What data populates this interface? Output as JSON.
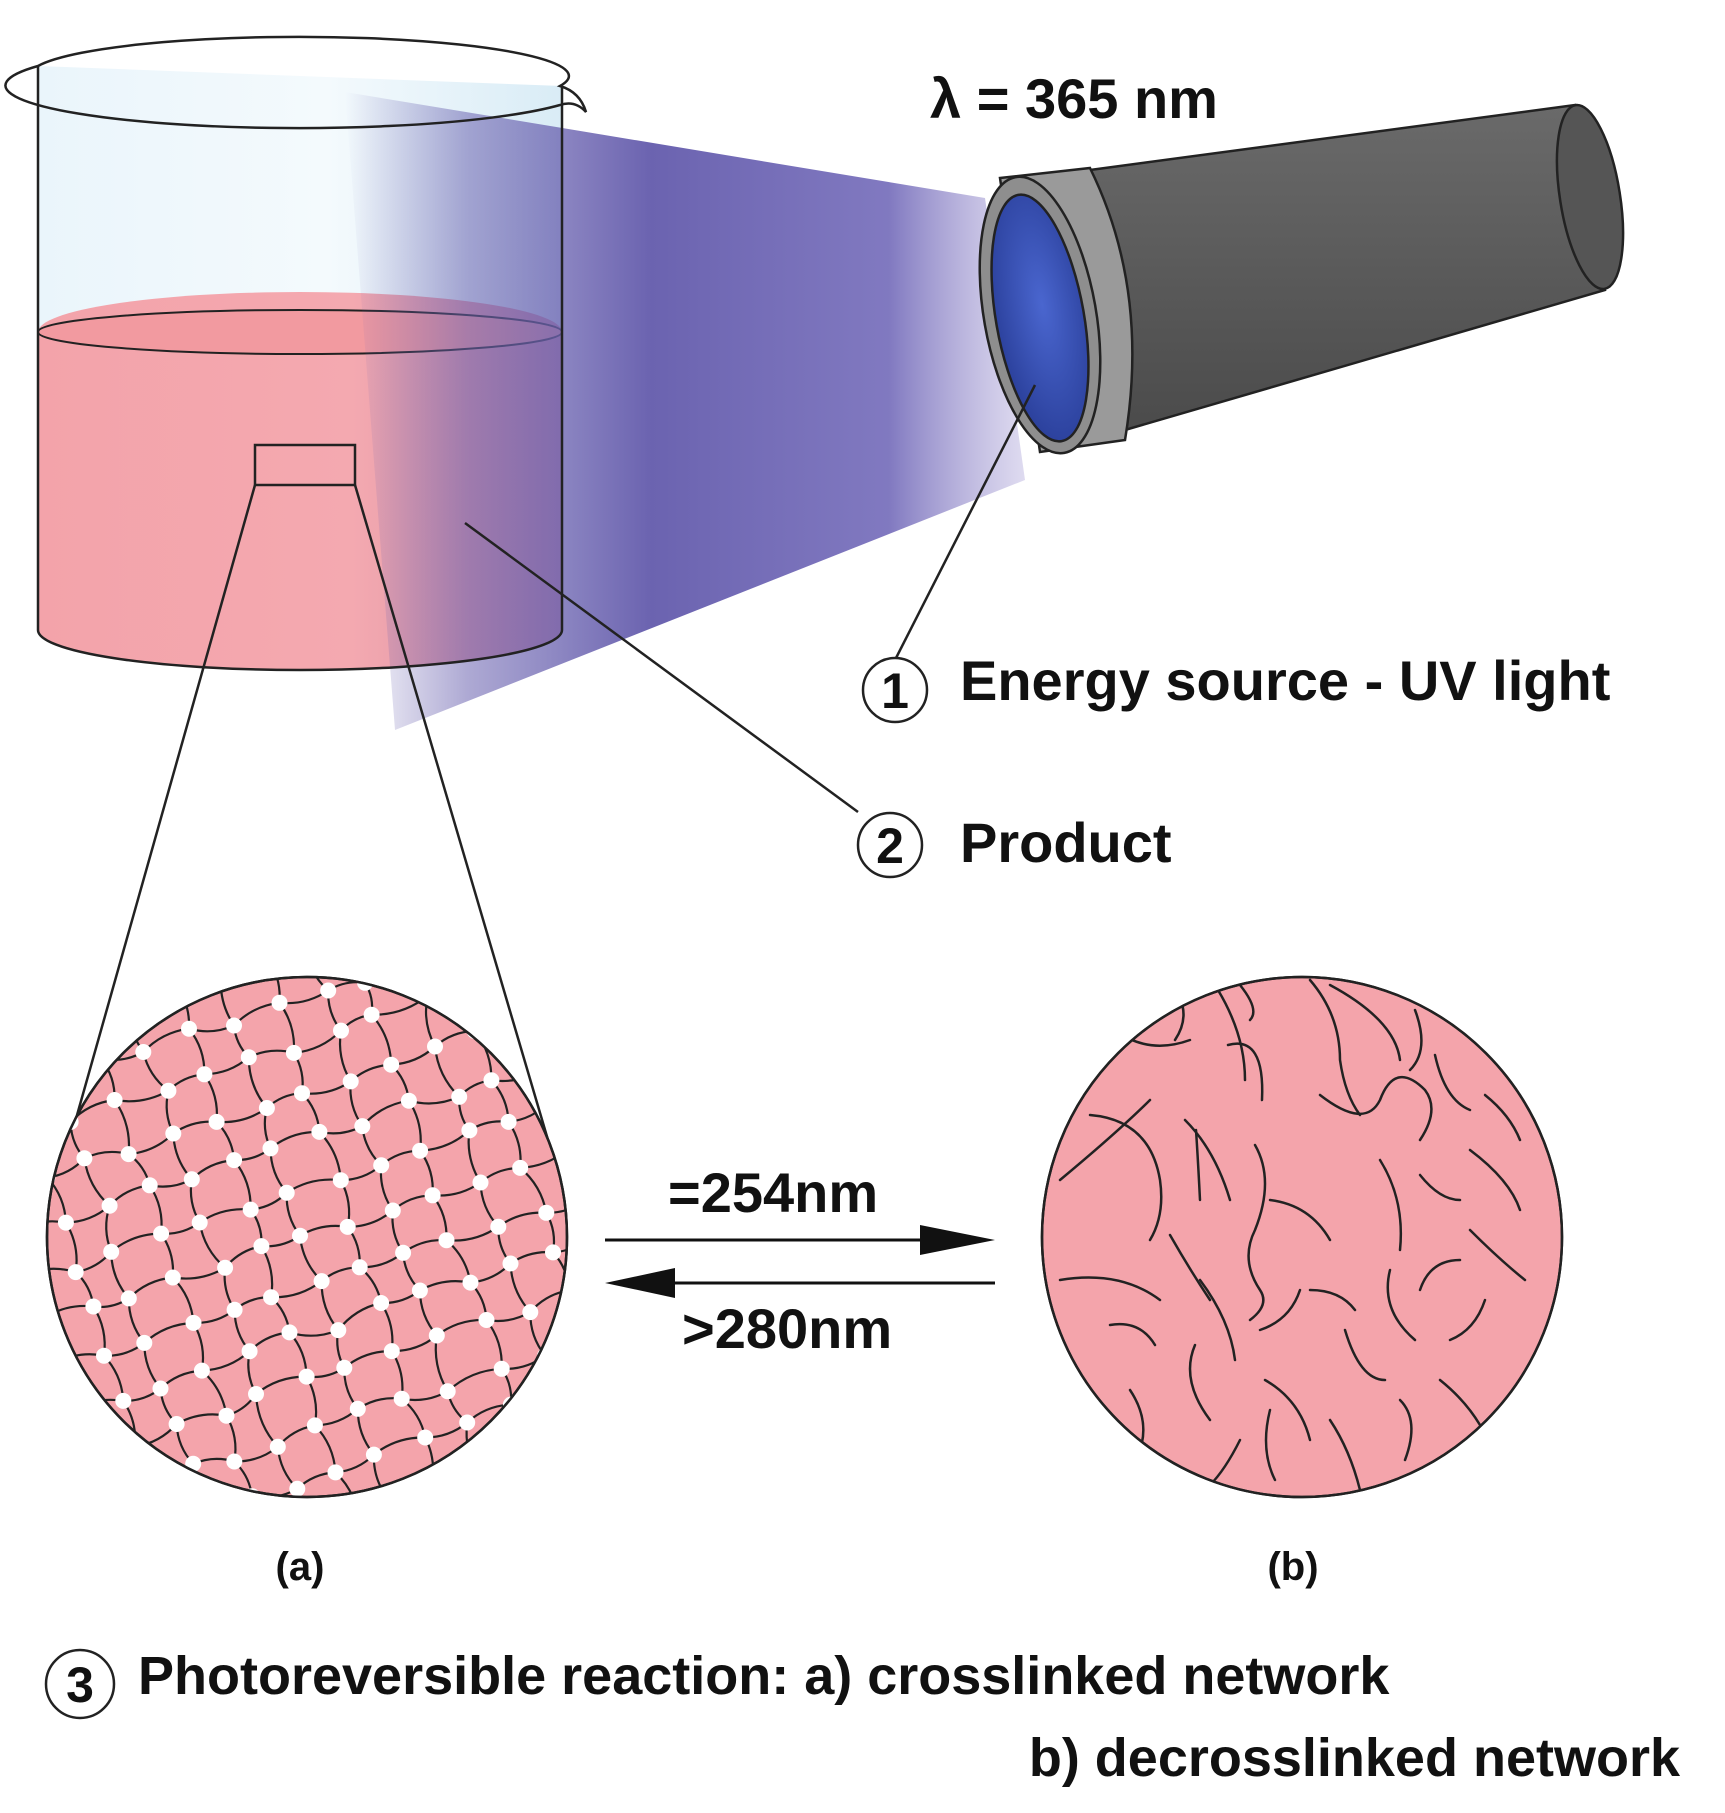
{
  "wavelength_label": "λ = 365 nm",
  "callouts": [
    {
      "number": "1",
      "text": "Energy source - UV light"
    },
    {
      "number": "2",
      "text": "Product"
    },
    {
      "number": "3",
      "text": "Photoreversible reaction: a) crosslinked network"
    }
  ],
  "callout3_line2": "b) decrosslinked network",
  "reaction": {
    "forward_label": "=254nm",
    "reverse_label": ">280nm"
  },
  "panels": {
    "a_label": "(a)",
    "b_label": "(b)"
  },
  "colors": {
    "liquid": "#f4a4ab",
    "beam": "#6b63b0",
    "lens": "#3b53b8",
    "flashlight_body": "#5a5a5a",
    "flashlight_ring": "#9a9a9a",
    "node": "#ffffff"
  }
}
